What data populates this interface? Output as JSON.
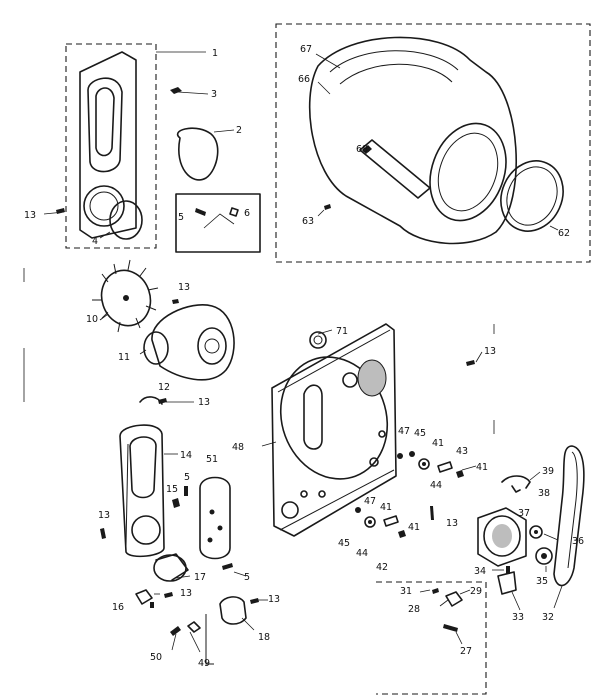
{
  "callouts": {
    "p1": "1",
    "p2": "2",
    "p3": "3",
    "p4": "4",
    "p5a": "5",
    "p6": "6",
    "p13a": "13",
    "p62": "62",
    "p63": "63",
    "p66": "66",
    "p67": "67",
    "p68": "68",
    "p10": "10",
    "p11": "11",
    "p13b": "13",
    "p12": "12",
    "p13c": "13",
    "p14": "14",
    "p15": "15",
    "p5b": "5",
    "p51": "51",
    "p13d": "13",
    "p17": "17",
    "p5c": "5",
    "p16": "16",
    "p13e": "13",
    "p13f": "13",
    "p18": "18",
    "p50": "50",
    "p49": "49",
    "p71": "71",
    "p48": "48",
    "p13g": "13",
    "p47a": "47",
    "p45a": "45",
    "p41a": "41",
    "p44a": "44",
    "p43": "43",
    "p41b": "41",
    "p47b": "47",
    "p41c": "41",
    "p45b": "45",
    "p44b": "44",
    "p41d": "41",
    "p42": "42",
    "p13h": "13",
    "p39": "39",
    "p38": "38",
    "p37": "37",
    "p36": "36",
    "p34": "34",
    "p35": "35",
    "p33": "33",
    "p32": "32",
    "p31": "31",
    "p29": "29",
    "p28": "28",
    "p27": "27"
  }
}
